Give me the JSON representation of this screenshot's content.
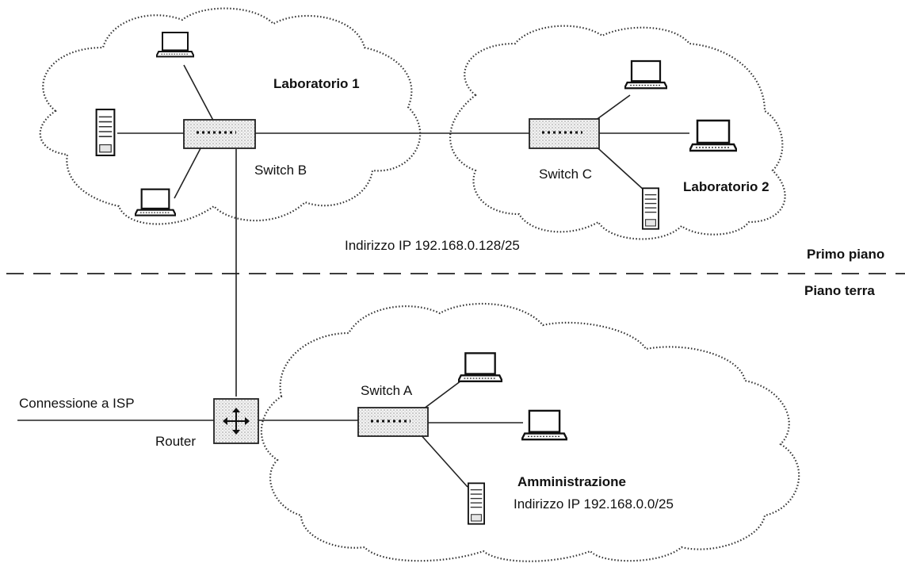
{
  "zones": {
    "lab1": "Laboratorio 1",
    "lab2": "Laboratorio 2",
    "admin": "Amministrazione"
  },
  "devices": {
    "switch_a": "Switch A",
    "switch_b": "Switch B",
    "switch_c": "Switch C",
    "router": "Router"
  },
  "addresses": {
    "upper": "Indirizzo IP 192.168.0.128/25",
    "lower": "Indirizzo IP 192.168.0.0/25"
  },
  "floors": {
    "first": "Primo piano",
    "ground": "Piano terra"
  },
  "isp": "Connessione a ISP"
}
